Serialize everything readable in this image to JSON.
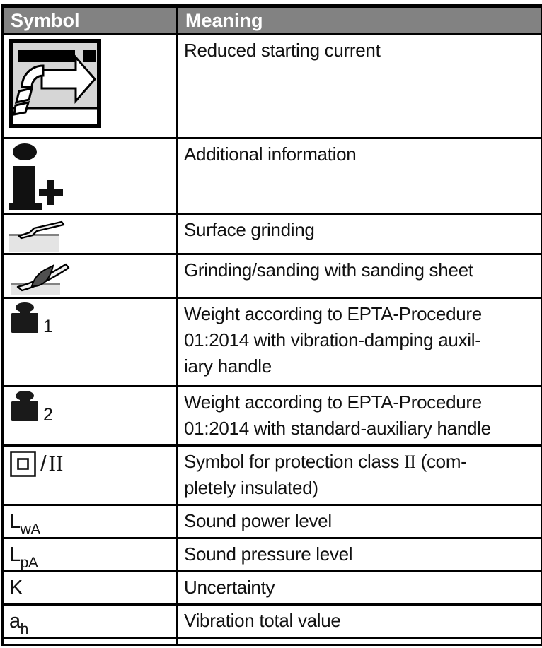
{
  "header": {
    "symbol": "Symbol",
    "meaning": "Meaning"
  },
  "rows": [
    {
      "icon": "reduced-starting-current-icon",
      "meaning": "Reduced starting current"
    },
    {
      "icon": "additional-information-icon",
      "meaning": "Additional information"
    },
    {
      "icon": "surface-grinding-icon",
      "meaning": "Surface grinding"
    },
    {
      "icon": "sanding-sheet-icon",
      "meaning": "Grinding/sanding with sanding sheet"
    },
    {
      "icon": "weight-icon",
      "subscript": "1",
      "meaning": "Weight according to EPTA-Procedure\n01:2014 with vibration-damping auxil-\niary handle"
    },
    {
      "icon": "weight-icon",
      "subscript": "2",
      "meaning": "Weight according to EPTA-Procedure\n01:2014 with standard-auxiliary handle"
    },
    {
      "icon": "protection-class-ii-icon",
      "slash": "/",
      "numeral": "II",
      "meaning_pre": "Symbol for protection class ",
      "meaning_numeral": "II",
      "meaning_post": " (com-\npletely insulated)"
    },
    {
      "base": "L",
      "subscript": "wA",
      "meaning": "Sound power level"
    },
    {
      "base": "L",
      "subscript": "pA",
      "meaning": "Sound pressure level"
    },
    {
      "base": "K",
      "subscript": "",
      "meaning": "Uncertainty"
    },
    {
      "base": "a",
      "subscript": "h",
      "meaning": "Vibration total value"
    }
  ],
  "colors": {
    "header_bg": "#828282",
    "header_text": "#ffffff",
    "border": "#000000",
    "body_text": "#111111",
    "icon_panel_gray": "#d6d6d6",
    "workpiece_gray": "#e4e4e4",
    "pad_dark_gray": "#4f4f4f"
  }
}
